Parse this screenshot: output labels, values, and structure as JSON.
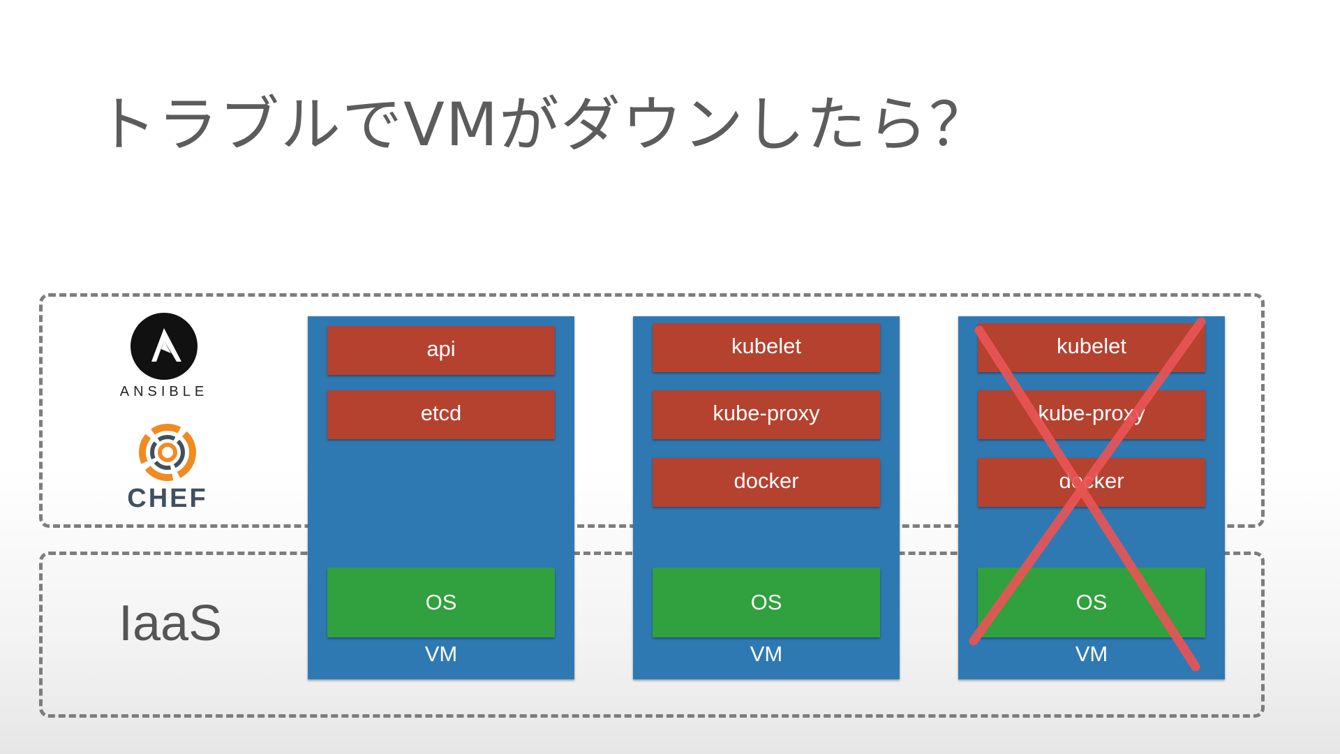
{
  "title": "トラブルでVMがダウンしたら？",
  "logos": {
    "ansible": "ANSIBLE",
    "chef": "CHEF"
  },
  "iaas_label": "IaaS",
  "vms": [
    {
      "services": [
        "api",
        "etcd"
      ],
      "os": "OS",
      "label": "VM",
      "down": false
    },
    {
      "services": [
        "kubelet",
        "kube-proxy",
        "docker"
      ],
      "os": "OS",
      "label": "VM",
      "down": false
    },
    {
      "services": [
        "kubelet",
        "kube-proxy",
        "docker"
      ],
      "os": "OS",
      "label": "VM",
      "down": true
    }
  ],
  "colors": {
    "vm": "#2f79b3",
    "service": "#b5412f",
    "os": "#31a03e",
    "failure_mark": "#e85555",
    "title": "#5c5c5c"
  }
}
